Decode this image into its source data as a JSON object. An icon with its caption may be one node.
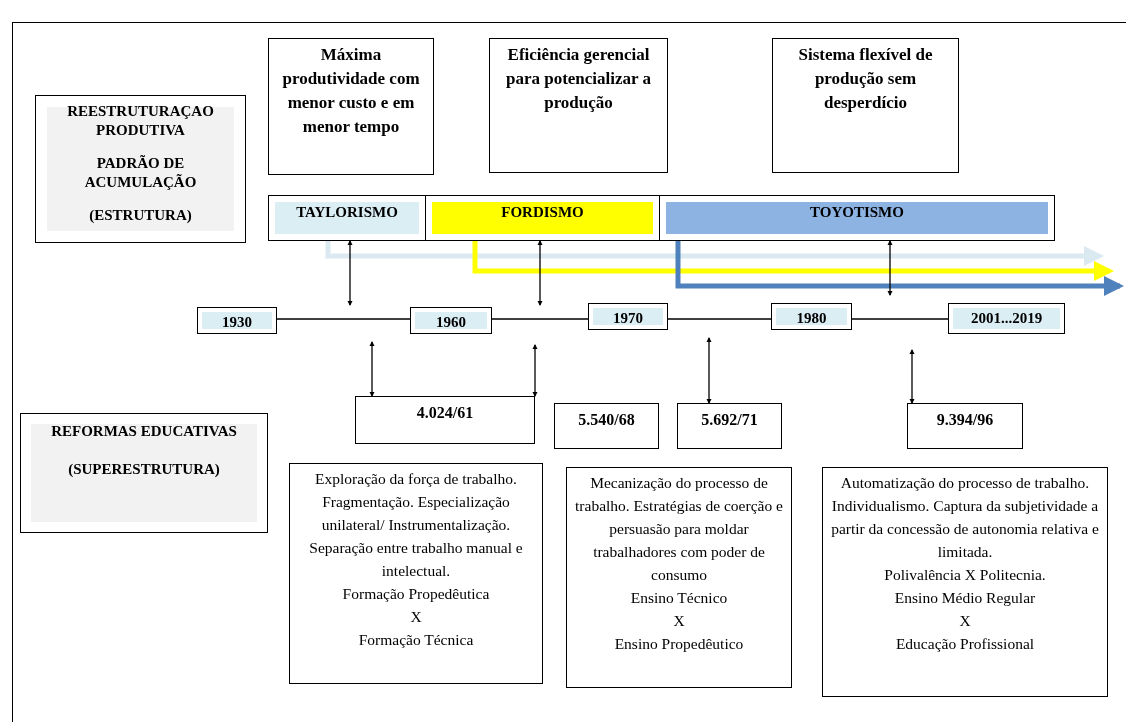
{
  "diagram": {
    "nodes": [
      {
        "text": [
          "REESTRUTURAÇAO PRODUTIVA",
          "PADRÃO DE ACUMULAÇÃO",
          "(ESTRUTURA)"
        ]
      },
      {
        "text": [
          "Máxima produtividade com menor custo e em menor tempo"
        ]
      },
      {
        "text": [
          "Eficiência gerencial para potencializar a produção"
        ]
      },
      {
        "text": [
          "Sistema flexível de produção sem desperdício"
        ]
      },
      {
        "text": [
          "TAYLORISMO"
        ]
      },
      {
        "text": [
          "FORDISMO"
        ]
      },
      {
        "text": [
          "TOYOTISMO"
        ]
      },
      {
        "text": [
          "1930"
        ]
      },
      {
        "text": [
          "1960"
        ]
      },
      {
        "text": [
          "1970"
        ]
      },
      {
        "text": [
          "1980"
        ]
      },
      {
        "text": [
          "2001...2019"
        ]
      },
      {
        "text": [
          "REFORMAS EDUCATIVAS",
          "(SUPERESTRUTURA)"
        ]
      },
      {
        "text": [
          "4.024/61"
        ]
      },
      {
        "text": [
          "5.540/68"
        ]
      },
      {
        "text": [
          "5.692/71"
        ]
      },
      {
        "text": [
          "9.394/96"
        ]
      },
      {
        "text": [
          "Exploração da força de trabalho. Fragmentação. Especialização unilateral/ Instrumentalização. Separação entre trabalho manual e intelectual.",
          "Formação Propedêutica",
          "X",
          "Formação Técnica"
        ]
      },
      {
        "text": [
          "Mecanização do processo de trabalho. Estratégias de coerção e persuasão para moldar trabalhadores com poder de consumo",
          "Ensino Técnico",
          "X",
          "Ensino Propedêutico"
        ]
      },
      {
        "text": [
          "Automatização do processo de trabalho. Individualismo. Captura da subjetividade a partir da concessão de autonomia relativa e limitada.",
          "Polivalência X Politecnia.",
          "Ensino Médio Regular",
          "X",
          "Educação Profissional"
        ]
      }
    ],
    "edges": [
      {
        "from": 7,
        "to": 8,
        "arrow": "none"
      },
      {
        "from": 8,
        "to": 9,
        "arrow": "none"
      },
      {
        "from": 9,
        "to": 10,
        "arrow": "none"
      },
      {
        "from": 10,
        "to": 11,
        "arrow": "none"
      },
      {
        "from": 4,
        "to": null,
        "arrow": "to",
        "style": "thick",
        "color": "#dbe9f1"
      },
      {
        "from": 5,
        "to": null,
        "arrow": "to",
        "style": "thick",
        "color": "#ffff00"
      },
      {
        "from": 6,
        "to": null,
        "arrow": "to",
        "style": "thick",
        "color": "#4f81bd"
      },
      {
        "from": null,
        "to": 4,
        "arrow": "both"
      },
      {
        "from": null,
        "to": 5,
        "arrow": "both"
      },
      {
        "from": null,
        "to": 6,
        "arrow": "both"
      },
      {
        "from": null,
        "to": 13,
        "arrow": "both"
      },
      {
        "from": null,
        "to": 13,
        "arrow": "both"
      },
      {
        "from": null,
        "to": 15,
        "arrow": "both"
      },
      {
        "from": null,
        "to": 16,
        "arrow": "both"
      }
    ]
  }
}
